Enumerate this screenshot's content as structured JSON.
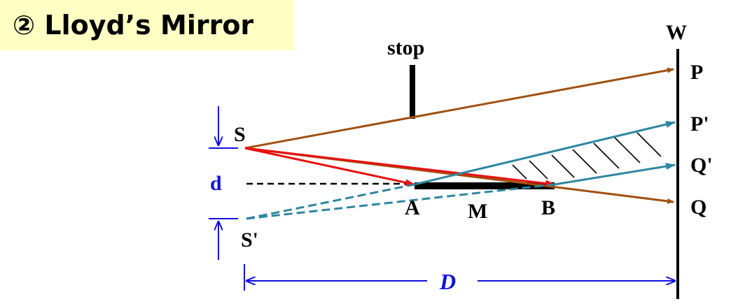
{
  "title": "② Lloyd’s Mirror",
  "labels": {
    "stop": "stop",
    "screen": "W",
    "source": "S",
    "image_source": "S'",
    "separation": "d",
    "mirror_start": "A",
    "mirror_middle": "M",
    "mirror_end": "B",
    "point_p": "P",
    "point_p_prime": "P'",
    "point_q_prime": "Q'",
    "point_q": "Q",
    "distance": "D"
  },
  "colors": {
    "title_bg": "#ffffc4",
    "direct_ray": "#a0500f",
    "incident_ray": "#e81010",
    "reflected_ray": "#2e86a0",
    "dimension": "#1010e0"
  }
}
